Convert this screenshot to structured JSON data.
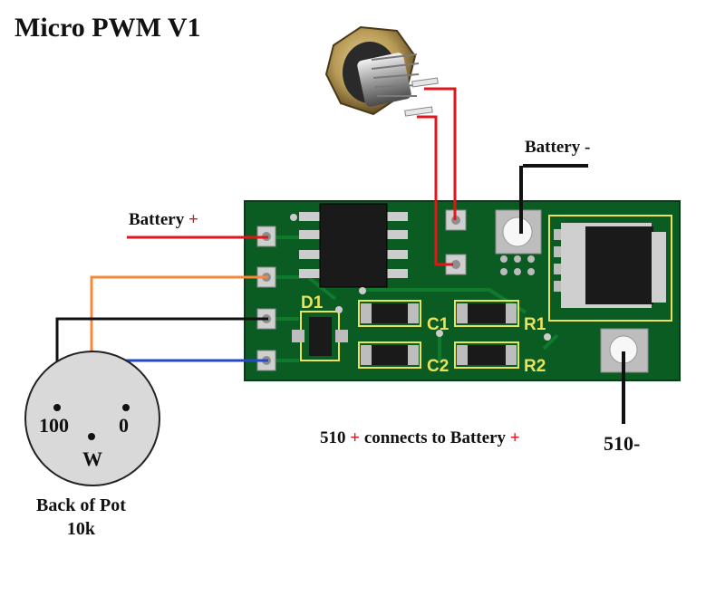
{
  "title": "Micro PWM V1",
  "labels": {
    "battery_plus_text": "Battery",
    "battery_minus_text": "Battery",
    "plus_sign": "+",
    "minus_sign": "-",
    "note_510_num": "510",
    "note_510_text": "connects to Battery",
    "label_510_minus": "510-",
    "back_of_pot": "Back of Pot",
    "pot_value": "10k",
    "pot_100": "100",
    "pot_0": "0",
    "pot_w": "W"
  },
  "board": {
    "silkscreen": {
      "d1": "D1",
      "c1": "C1",
      "c2": "C2",
      "r1": "R1",
      "r2": "R2"
    }
  },
  "colors": {
    "pcb": "#0b5c22",
    "pcb_dark": "#08461a",
    "silk": "#e9e25a",
    "wire_red": "#e0161b",
    "wire_orange": "#f7883a",
    "wire_black": "#111111",
    "wire_blue": "#2649c7",
    "pot_face": "#d9d9d9"
  }
}
